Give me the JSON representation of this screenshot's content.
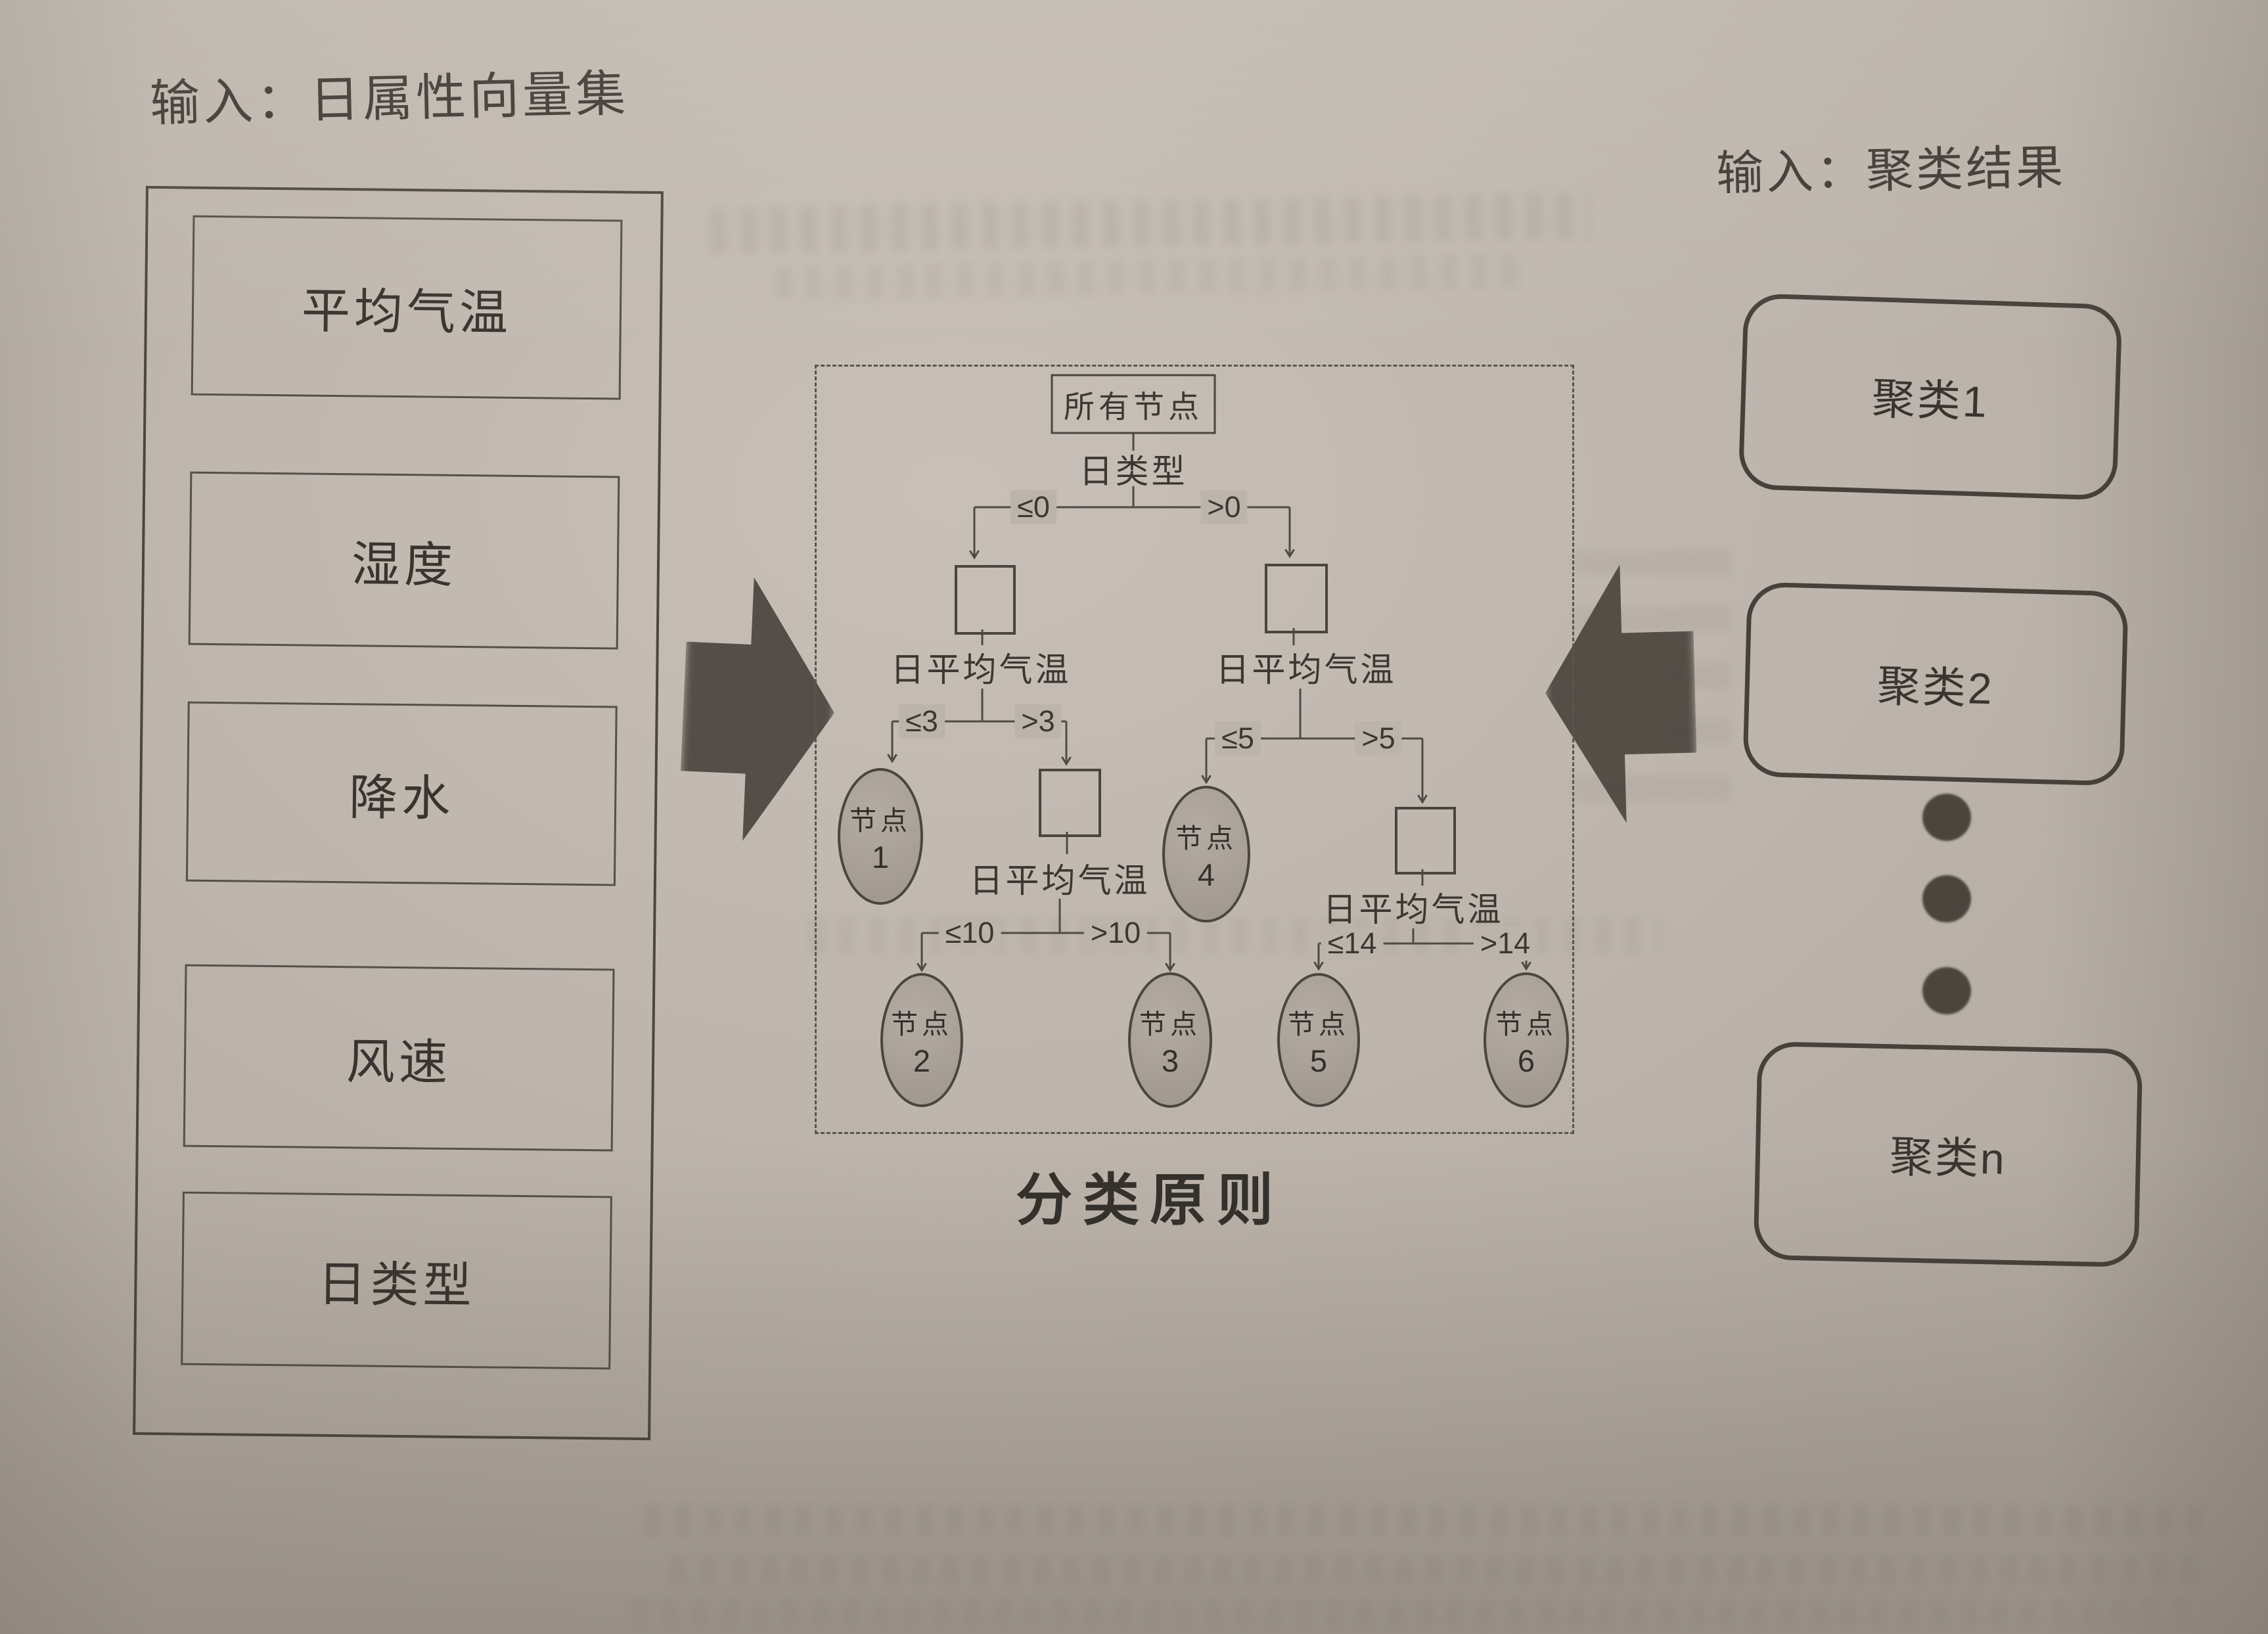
{
  "page": {
    "type": "book-figure-photo",
    "paper_color": "#bdb5ac",
    "ink_color": "#4a453f"
  },
  "left_panel": {
    "title": "输入：日属性向量集",
    "items": [
      {
        "label": "平均气温"
      },
      {
        "label": "湿度"
      },
      {
        "label": "降水"
      },
      {
        "label": "风速"
      },
      {
        "label": "日类型"
      }
    ]
  },
  "right_panel": {
    "title": "输入：聚类结果",
    "clusters": [
      {
        "label": "聚类1"
      },
      {
        "label": "聚类2"
      },
      {
        "label": "聚类n"
      }
    ],
    "ellipsis_dots": 3
  },
  "center": {
    "caption": "分类原则",
    "tree": {
      "root": "所有节点",
      "split1": {
        "feature": "日类型",
        "left": "≤0",
        "right": ">0"
      },
      "feature_label": "日平均气温",
      "split2_left": {
        "left": "≤3",
        "right": ">3"
      },
      "split3_left": {
        "left": "≤10",
        "right": ">10"
      },
      "split2_right": {
        "left": "≤5",
        "right": ">5"
      },
      "split3_right": {
        "left": "≤14",
        "right": ">14"
      },
      "leaves": [
        {
          "line1": "节点",
          "line2": "1"
        },
        {
          "line1": "节点",
          "line2": "2"
        },
        {
          "line1": "节点",
          "line2": "3"
        },
        {
          "line1": "节点",
          "line2": "4"
        },
        {
          "line1": "节点",
          "line2": "5"
        },
        {
          "line1": "节点",
          "line2": "6"
        }
      ]
    }
  }
}
